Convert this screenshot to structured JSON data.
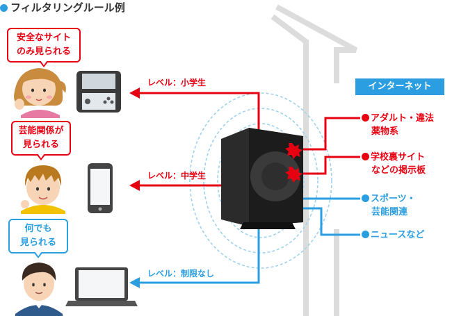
{
  "title": "フィルタリングルール例",
  "bubbles": [
    {
      "line1": "安全なサイト",
      "line2": "のみ見られる"
    },
    {
      "line1": "芸能関係が",
      "line2": "見られる"
    },
    {
      "line1": "何でも",
      "line2": "見られる"
    }
  ],
  "levels": [
    "レベル：小学生",
    "レベル：中学生",
    "レベル：制限なし"
  ],
  "internet_label": "インターネット",
  "categories": [
    {
      "line1": "アダルト・違法",
      "line2": "薬物系"
    },
    {
      "line1": "学校裏サイト",
      "line2": "などの掲示板"
    },
    {
      "line1": "スポーツ・",
      "line2": "芸能関連"
    },
    {
      "line1": "ニュースなど",
      "line2": ""
    }
  ],
  "colors": {
    "red": "#e60012",
    "blue": "#2a9ee0"
  }
}
